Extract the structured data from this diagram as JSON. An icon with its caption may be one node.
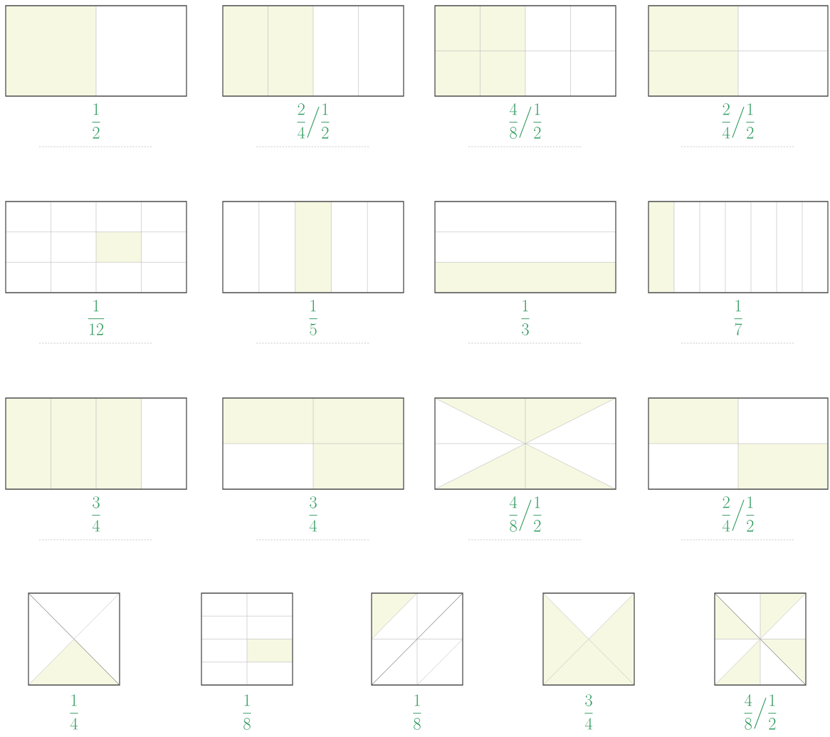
{
  "diagram": {
    "nodes": [
      {
        "text": [],
        "shape": "box",
        "beside": [
          "\\frac{1}{2}"
        ]
      },
      {
        "text": [],
        "shape": "box",
        "beside": [
          "\\frac{2}{4}\\Big/\\frac{1}{2}"
        ]
      },
      {
        "text": [],
        "shape": "box",
        "beside": [
          "\\frac{4}{8}\\Big/\\frac{1}{2}"
        ]
      },
      {
        "text": [],
        "shape": "box",
        "beside": [
          "\\frac{2}{4}\\Big/\\frac{1}{2}"
        ]
      },
      {
        "text": [],
        "shape": "box",
        "beside": [
          "\\frac{1}{12}"
        ]
      },
      {
        "text": [],
        "shape": "box",
        "beside": [
          "\\frac{1}{5}"
        ]
      },
      {
        "text": [],
        "shape": "box",
        "beside": [
          "\\frac{1}{3}"
        ]
      },
      {
        "text": [],
        "shape": "box",
        "beside": [
          "\\frac{1}{7}"
        ]
      },
      {
        "text": [],
        "shape": "box",
        "beside": [
          "\\frac{3}{4}"
        ]
      },
      {
        "text": [],
        "shape": "box",
        "beside": [
          "\\frac{3}{4}"
        ]
      },
      {
        "text": [],
        "shape": "box",
        "beside": [
          "\\frac{4}{8}\\Big/\\frac{1}{2}"
        ]
      },
      {
        "text": [],
        "shape": "box",
        "beside": [
          "\\frac{2}{4}\\Big/\\frac{1}{2}"
        ]
      },
      {
        "text": [],
        "shape": "box",
        "beside": [
          "\\frac{1}{4}"
        ]
      },
      {
        "text": [],
        "shape": "box",
        "beside": [
          "\\frac{1}{8}"
        ]
      },
      {
        "text": [],
        "shape": "box",
        "beside": [
          "\\frac{1}{8}"
        ]
      },
      {
        "text": [],
        "shape": "box",
        "beside": [
          "\\frac{3}{4}"
        ]
      },
      {
        "text": [],
        "shape": "box",
        "beside": [
          "\\frac{4}{8}\\Big/\\frac{1}{2}"
        ]
      }
    ]
  }
}
